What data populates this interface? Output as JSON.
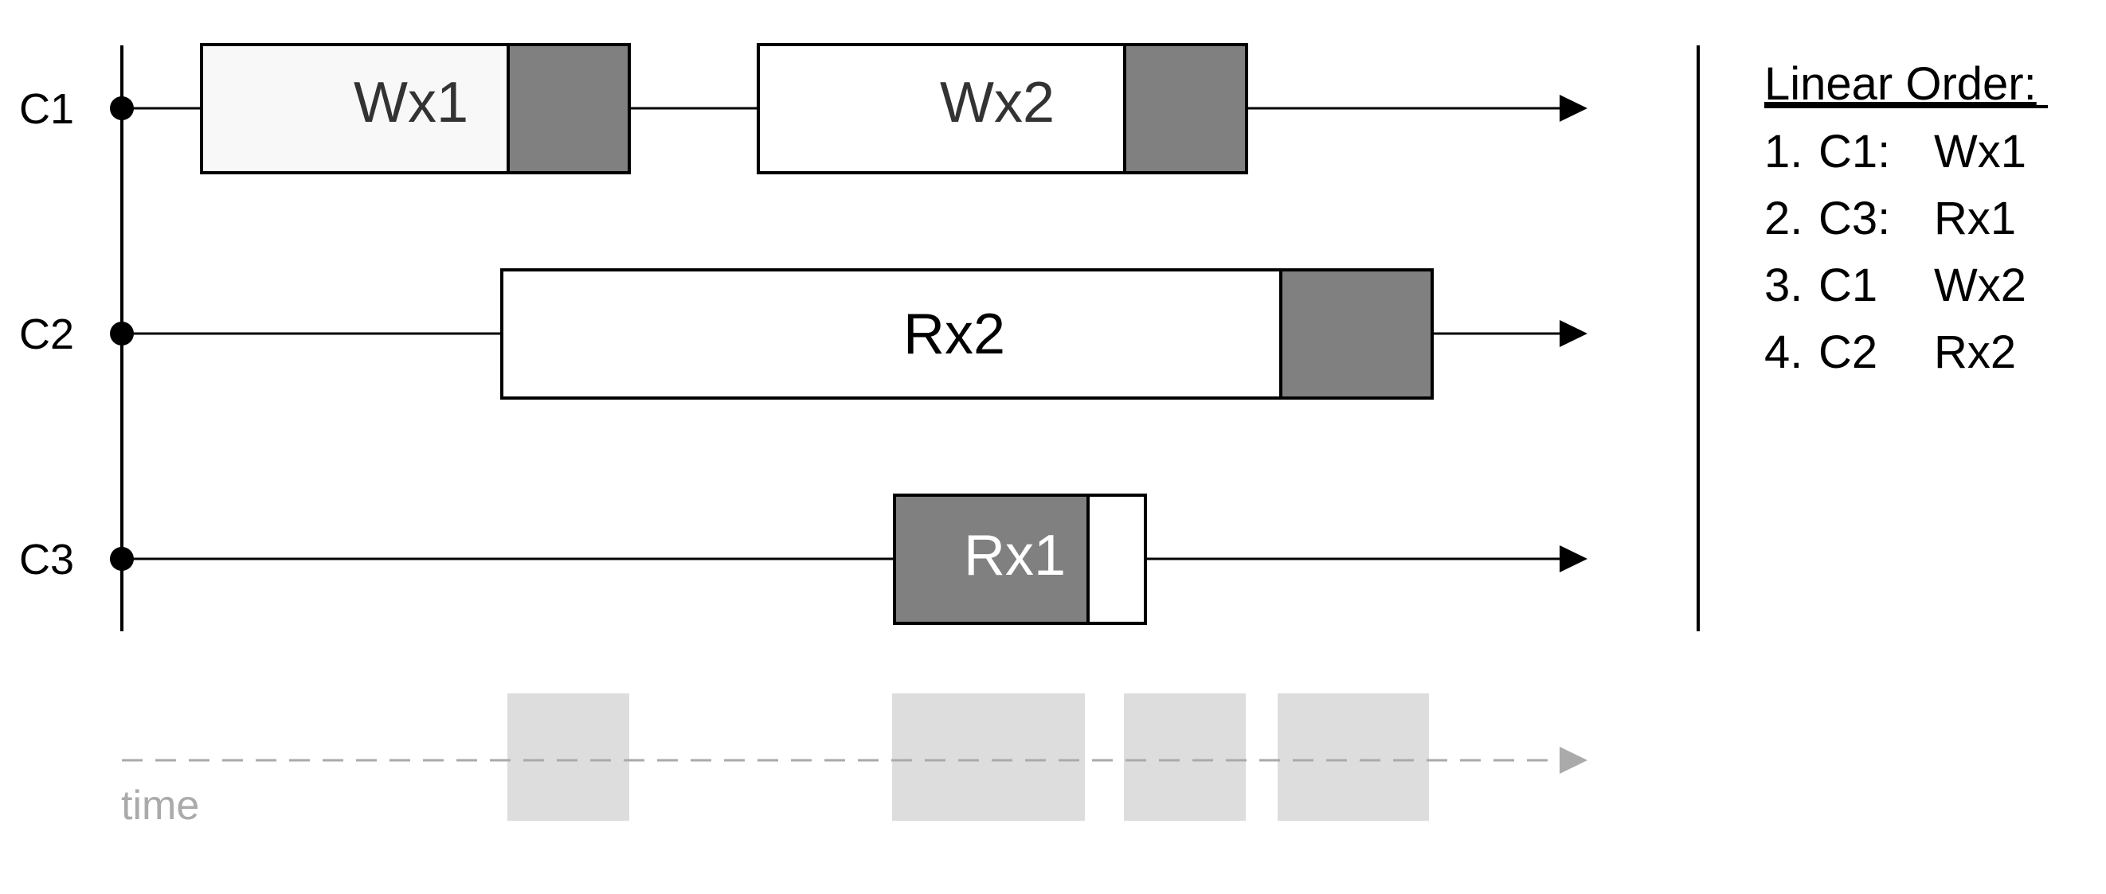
{
  "clients": [
    {
      "label": "C1"
    },
    {
      "label": "C2"
    },
    {
      "label": "C3"
    }
  ],
  "operations": [
    {
      "client": "C1",
      "label": "Wx1"
    },
    {
      "client": "C1",
      "label": "Wx2"
    },
    {
      "client": "C2",
      "label": "Rx2"
    },
    {
      "client": "C3",
      "label": "Rx1"
    }
  ],
  "time_axis": {
    "label": "time"
  },
  "linear_order": {
    "title": "Linear Order:",
    "entries": [
      {
        "number": "1.",
        "client": "C1:",
        "op": "Wx1"
      },
      {
        "number": "2.",
        "client": "C3:",
        "op": "Rx1"
      },
      {
        "number": "3.",
        "client": "C1",
        "op": "Wx2"
      },
      {
        "number": "4.",
        "client": "C2",
        "op": "Rx2"
      }
    ]
  },
  "colors": {
    "line": "#000000",
    "op_fill": "#ffffff",
    "op_fill_light": "#f8f8f8",
    "linearization_fill": "#808080",
    "time_shade": "#dddddd",
    "time_axis": "#aaaaaa",
    "text": "#000000",
    "op_text": "#333333",
    "op_text_on_dark": "#ffffff"
  }
}
